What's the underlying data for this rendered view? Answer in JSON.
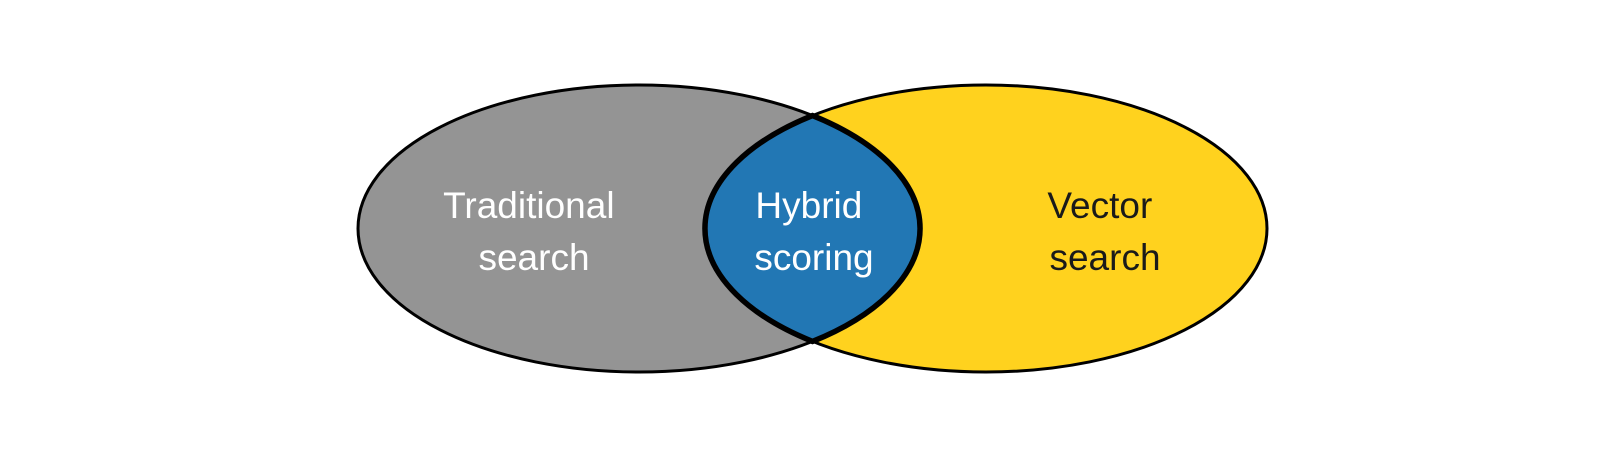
{
  "background_color": "#ffffff",
  "diagram": {
    "type": "venn",
    "outline_color": "#000000",
    "sets": [
      {
        "id": "traditional-search",
        "lines": [
          "Traditional",
          "search"
        ],
        "fill_color": "#949494",
        "text_color": "#ffffff"
      },
      {
        "id": "vector-search",
        "lines": [
          "Vector",
          "search"
        ],
        "fill_color": "#ffd21e",
        "text_color": "#1a1a1a"
      }
    ],
    "intersection": {
      "id": "hybrid-scoring",
      "lines": [
        "Hybrid",
        "scoring"
      ],
      "fill_color": "#2277b4",
      "text_color": "#ffffff"
    }
  }
}
